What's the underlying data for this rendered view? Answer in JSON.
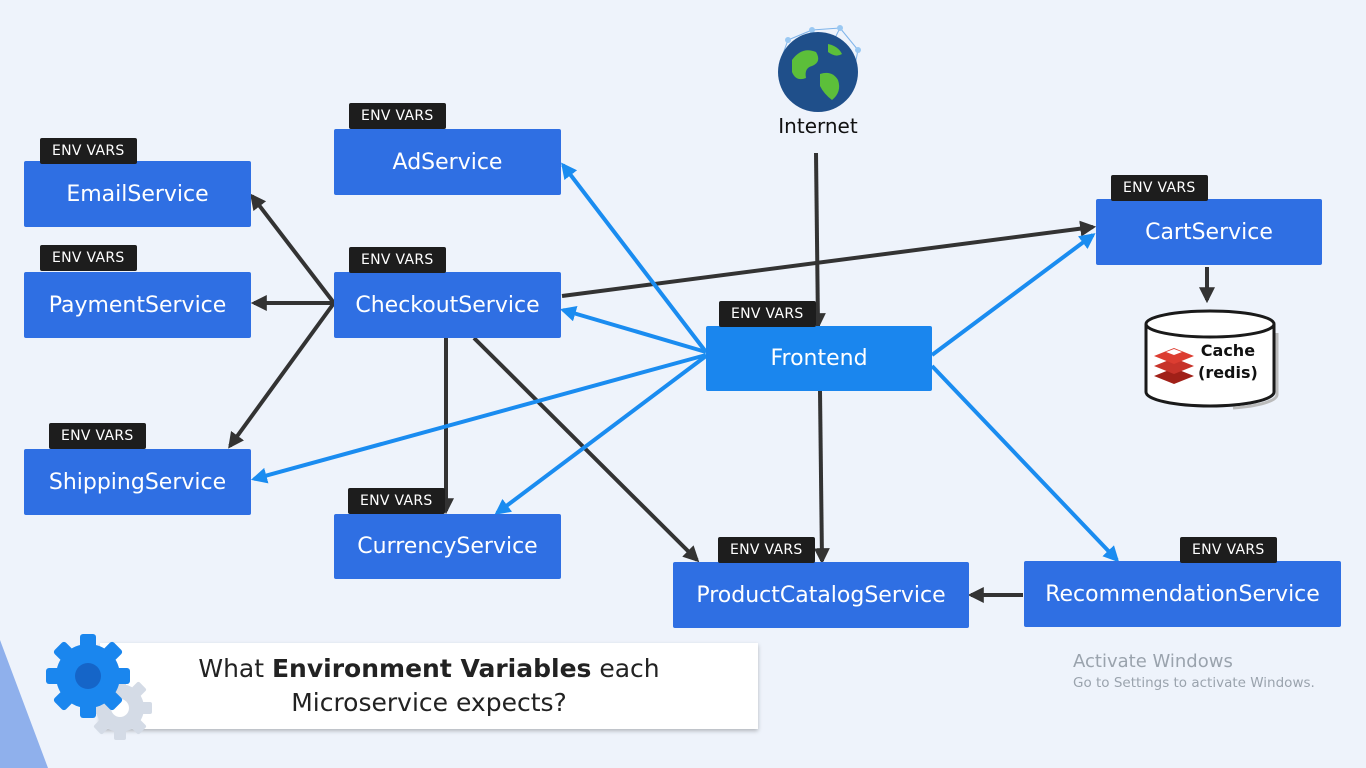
{
  "internet": {
    "label": "Internet",
    "icon": "globe-network-icon"
  },
  "env_badge_label": "ENV VARS",
  "services": {
    "email": "EmailService",
    "ad": "AdService",
    "payment": "PaymentService",
    "checkout": "CheckoutService",
    "shipping": "ShippingService",
    "currency": "CurrencyService",
    "frontend": "Frontend",
    "cart": "CartService",
    "product_catalog": "ProductCatalogService",
    "recommendation": "RecommendationService"
  },
  "cache": {
    "line1": "Cache",
    "line2": "(redis)",
    "icon": "redis-icon"
  },
  "question": {
    "part1": "What ",
    "bold": "Environment Variables",
    "part2": " each",
    "line2": "Microservice expects?"
  },
  "watermark": {
    "title": "Activate Windows",
    "subtitle": "Go to Settings to activate Windows."
  },
  "colors": {
    "service_box": "#2f6fe3",
    "frontend_box": "#1a86ee",
    "dark_arrow": "#333333",
    "blue_arrow": "#1a8cf0",
    "env_badge": "#1d1d1d"
  }
}
